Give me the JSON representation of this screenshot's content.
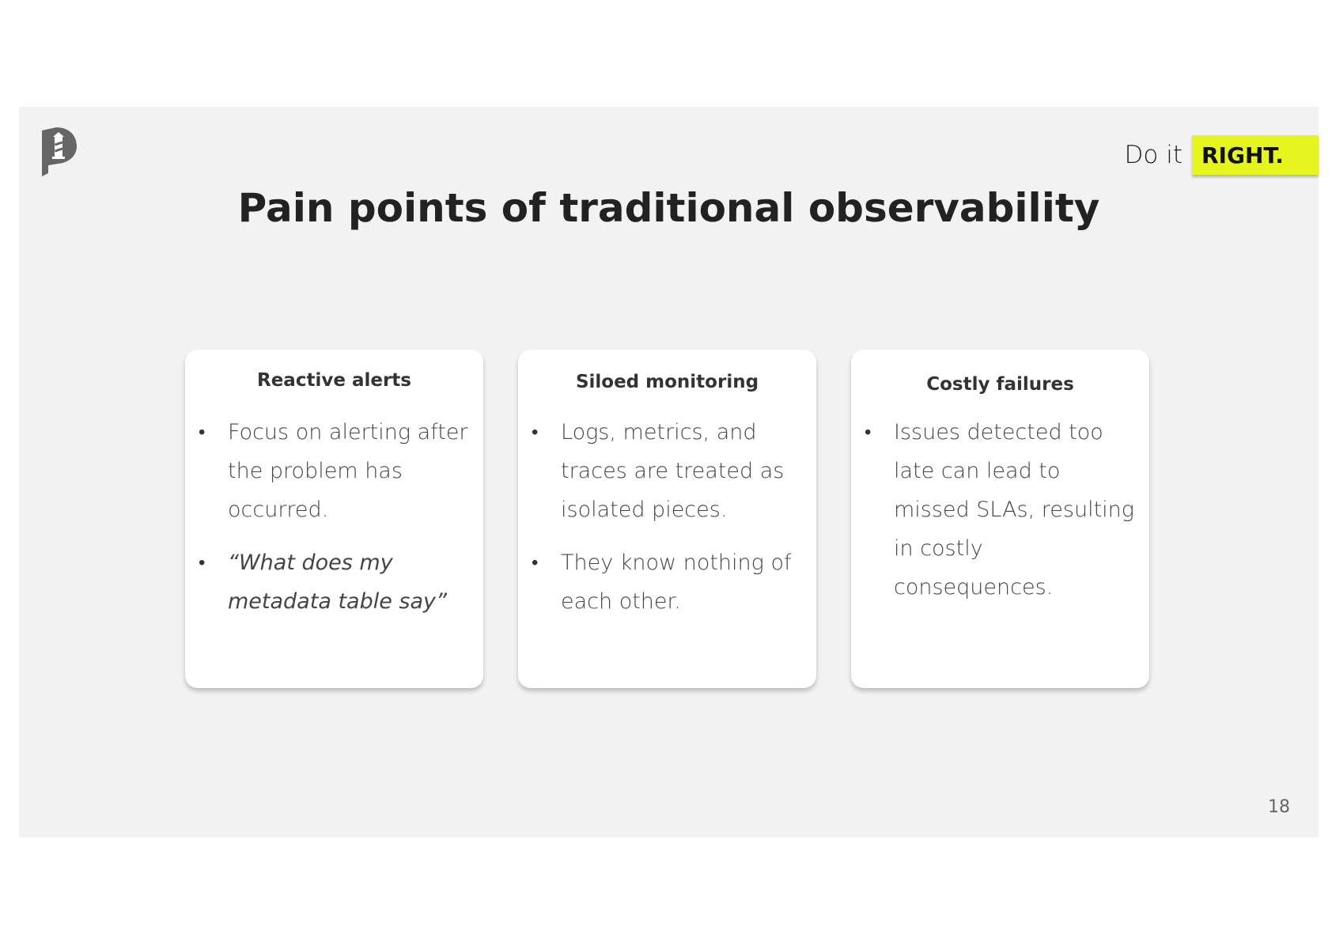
{
  "slide": {
    "title": "Pain points of traditional observability",
    "page_number": "18",
    "tagline": {
      "prefix": "Do it",
      "badge": "RIGHT.",
      "badge_color": "#e6f51d"
    },
    "logo_icon": "lighthouse-p-logo"
  },
  "cards": [
    {
      "heading": "Reactive alerts",
      "bullets": [
        "Focus on alerting after the problem has occurred.",
        "“What does my metadata table say”"
      ]
    },
    {
      "heading": "Siloed monitoring",
      "bullets": [
        "Logs, metrics, and traces are treated as isolated pieces.",
        "They know nothing of each other."
      ]
    },
    {
      "heading": "Costly failures",
      "bullets": [
        "Issues detected too late can lead to missed SLAs, resulting in costly consequences."
      ]
    }
  ],
  "colors": {
    "slide_background": "#f2f2f2",
    "card_background": "#ffffff",
    "title_text": "#222222",
    "accent": "#e6f51d"
  }
}
